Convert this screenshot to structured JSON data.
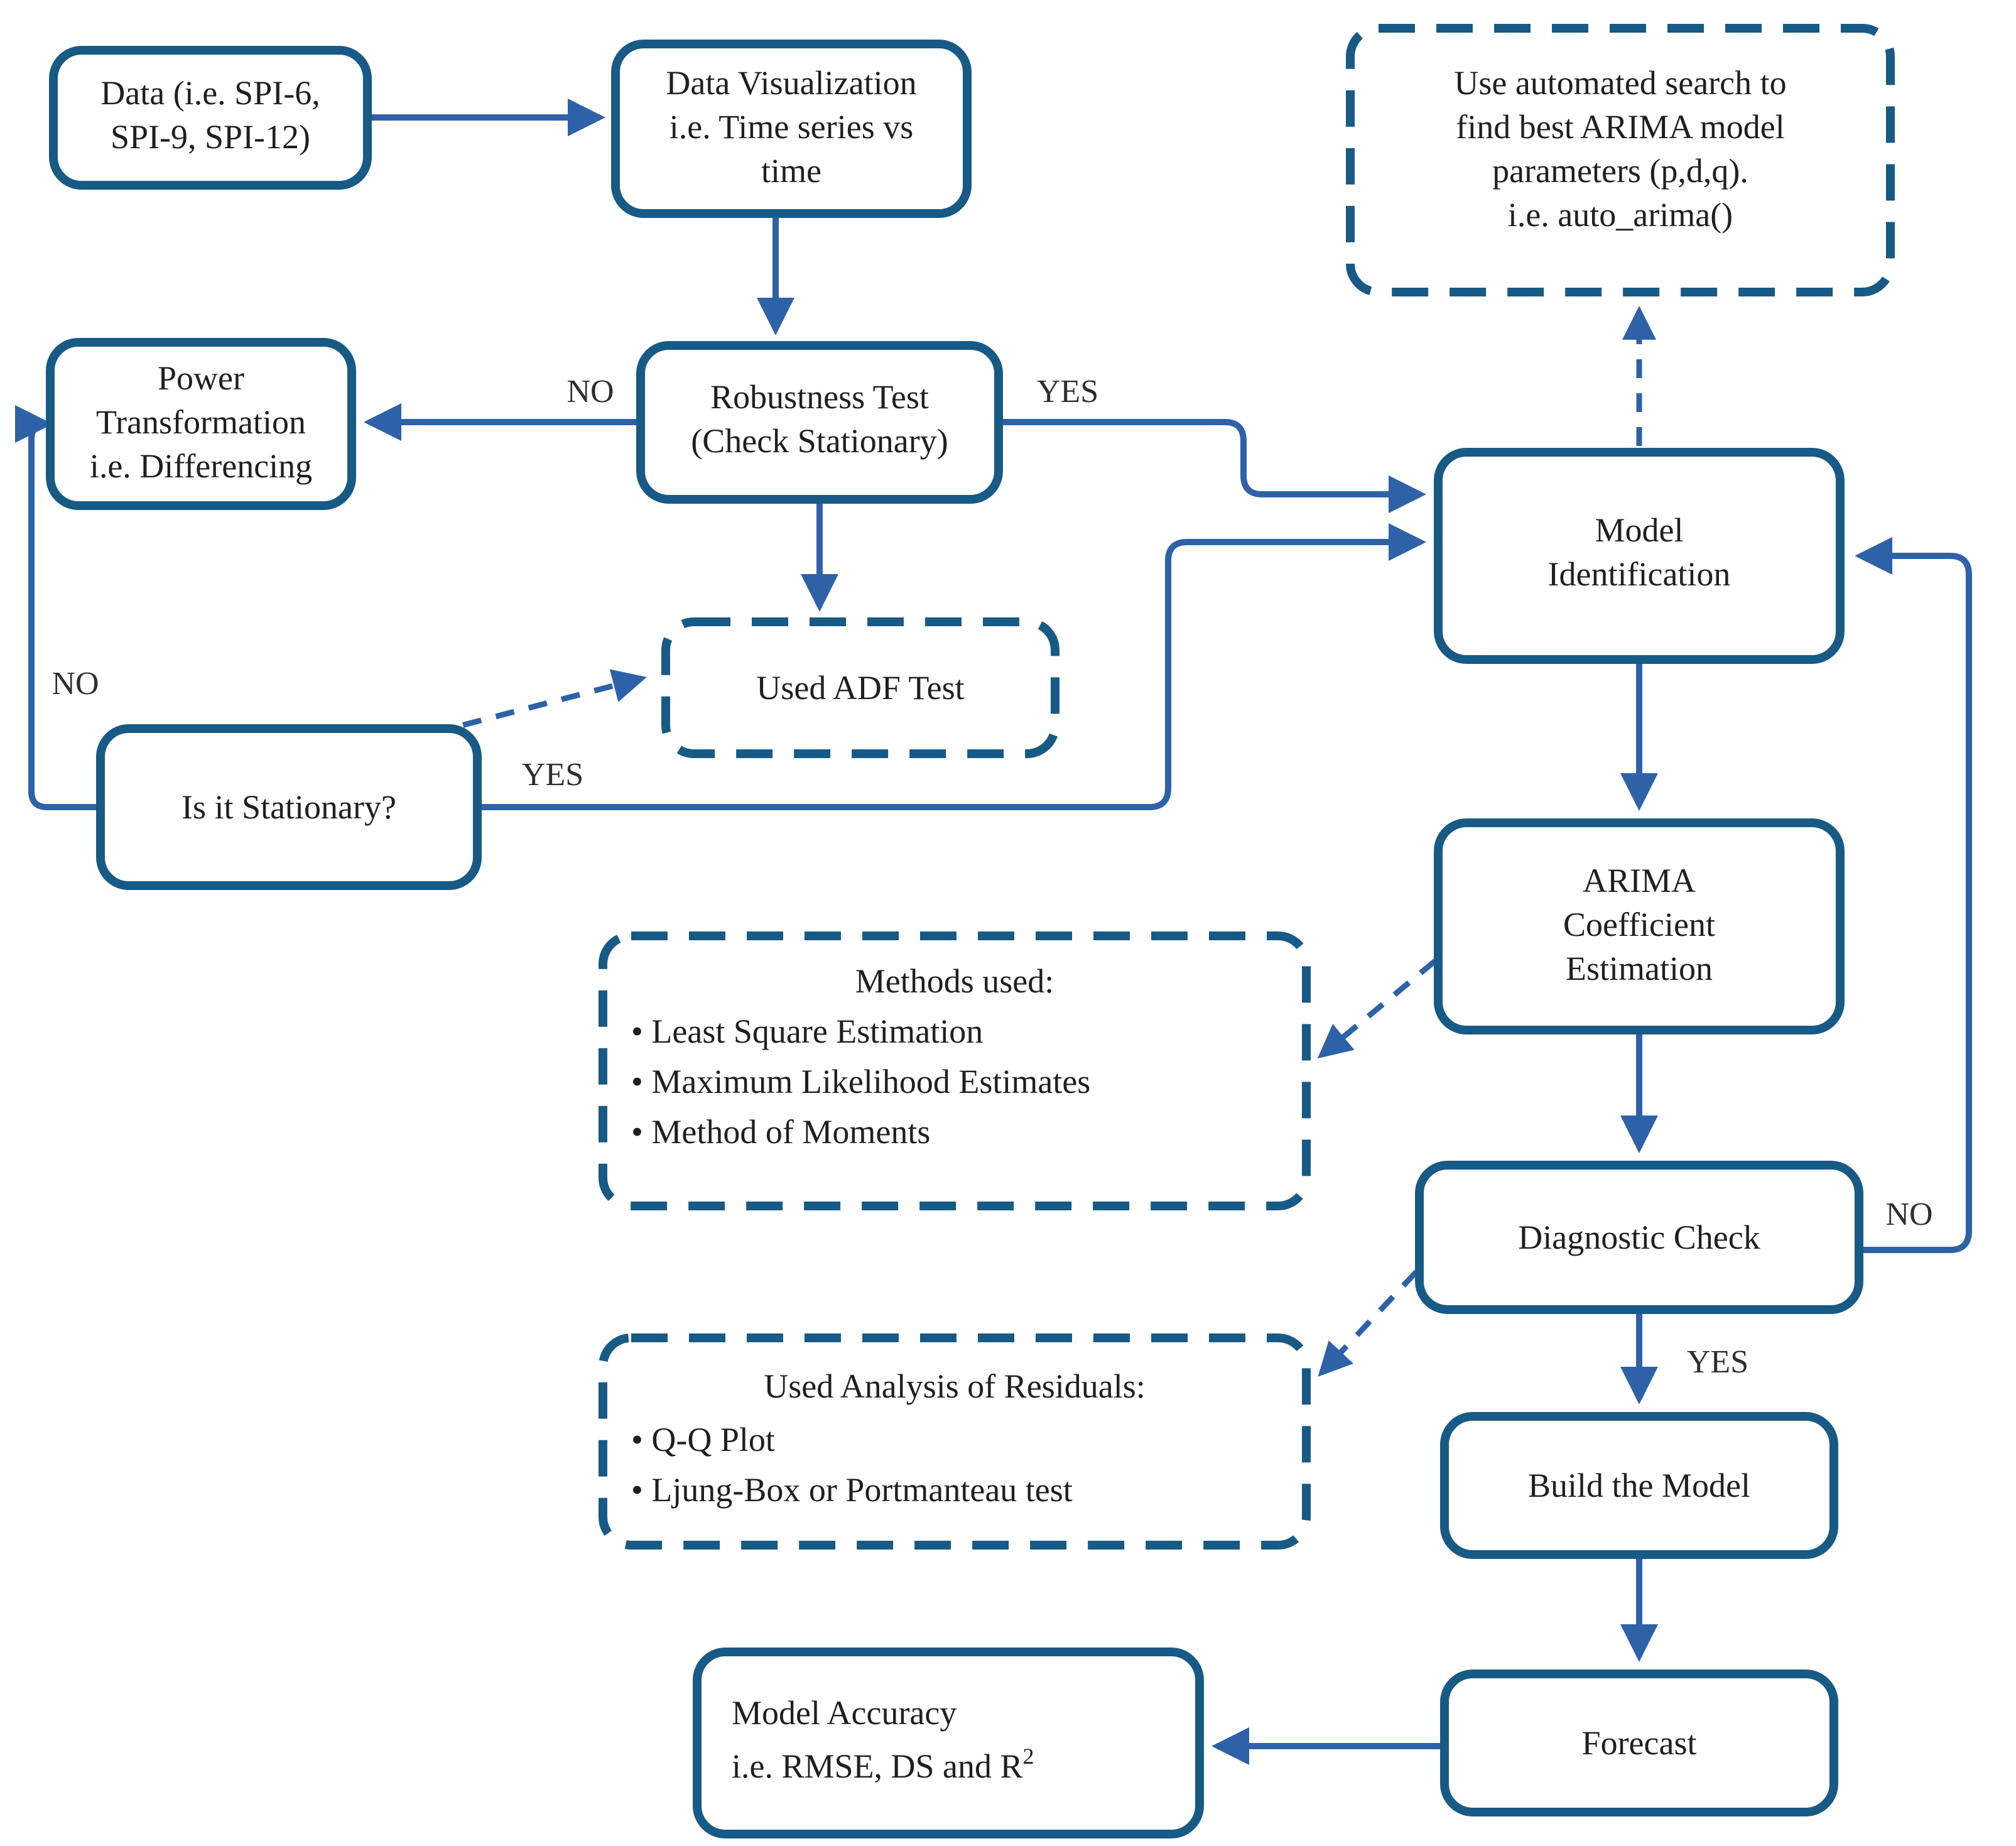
{
  "figure": {
    "type": "flowchart",
    "subject": "ARIMA model building and drought forecasting workflow"
  },
  "colors": {
    "box_border": "#175a86",
    "arrow": "#2e62a8",
    "text": "#1f1f1f",
    "background": "#ffffff"
  },
  "bullet_char": "•",
  "nodes": {
    "data": {
      "lines": [
        "Data (i.e. SPI-6,",
        "SPI-9, SPI-12)"
      ]
    },
    "dataviz": {
      "lines": [
        "Data Visualization",
        "i.e. Time series vs",
        "time"
      ]
    },
    "auto_arima": {
      "lines": [
        "Use automated search to",
        "find best ARIMA model",
        "parameters (p,d,q).",
        "i.e. auto_arima()"
      ]
    },
    "power": {
      "lines": [
        "Power",
        "Transformation",
        "i.e. Differencing"
      ]
    },
    "robustness": {
      "lines": [
        "Robustness Test",
        "(Check Stationary)"
      ]
    },
    "model_identification": {
      "lines": [
        "Model",
        "Identification"
      ]
    },
    "adf": {
      "label": "Used ADF Test"
    },
    "stationary": {
      "label": "Is it Stationary?"
    },
    "arima_coefficient": {
      "lines": [
        "ARIMA",
        "Coefficient",
        "Estimation"
      ]
    },
    "methods": {
      "heading": "Methods used:",
      "bullets": [
        "Least Square Estimation",
        "Maximum Likelihood Estimates",
        "Method of Moments"
      ]
    },
    "diagnostic": {
      "label": "Diagnostic Check"
    },
    "residuals": {
      "heading": "Used Analysis of Residuals:",
      "bullets": [
        "Q-Q Plot",
        "Ljung-Box or Portmanteau test"
      ]
    },
    "build": {
      "label": "Build the Model"
    },
    "forecast": {
      "label": "Forecast"
    },
    "accuracy": {
      "line1": "Model Accuracy",
      "line2": "i.e. RMSE, DS and R",
      "sup": "2"
    }
  },
  "labels": {
    "robustness_no": "NO",
    "robustness_yes": "YES",
    "stationary_no": "NO",
    "stationary_yes": "YES",
    "diagnostic_no": "NO",
    "diagnostic_yes": "YES"
  }
}
